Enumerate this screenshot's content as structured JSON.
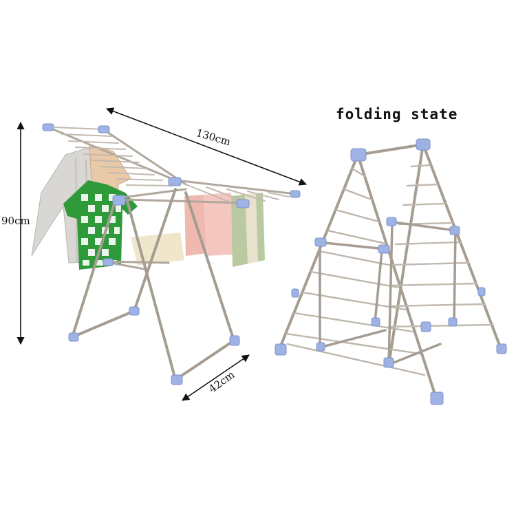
{
  "labels": {
    "width": "130cm",
    "height": "90cm",
    "depth": "42cm",
    "folding": "folding state"
  },
  "colors": {
    "steel": "#b0a79d",
    "steel_dark": "#8a8178",
    "joint": "#9fb2e6",
    "shirt_green": "#2f9a3a",
    "shirt_grey": "#d9d7d3",
    "towel_pink": "#f0b9b0",
    "towel_green": "#b9c9a0",
    "towel_cream": "#efe6cc"
  }
}
